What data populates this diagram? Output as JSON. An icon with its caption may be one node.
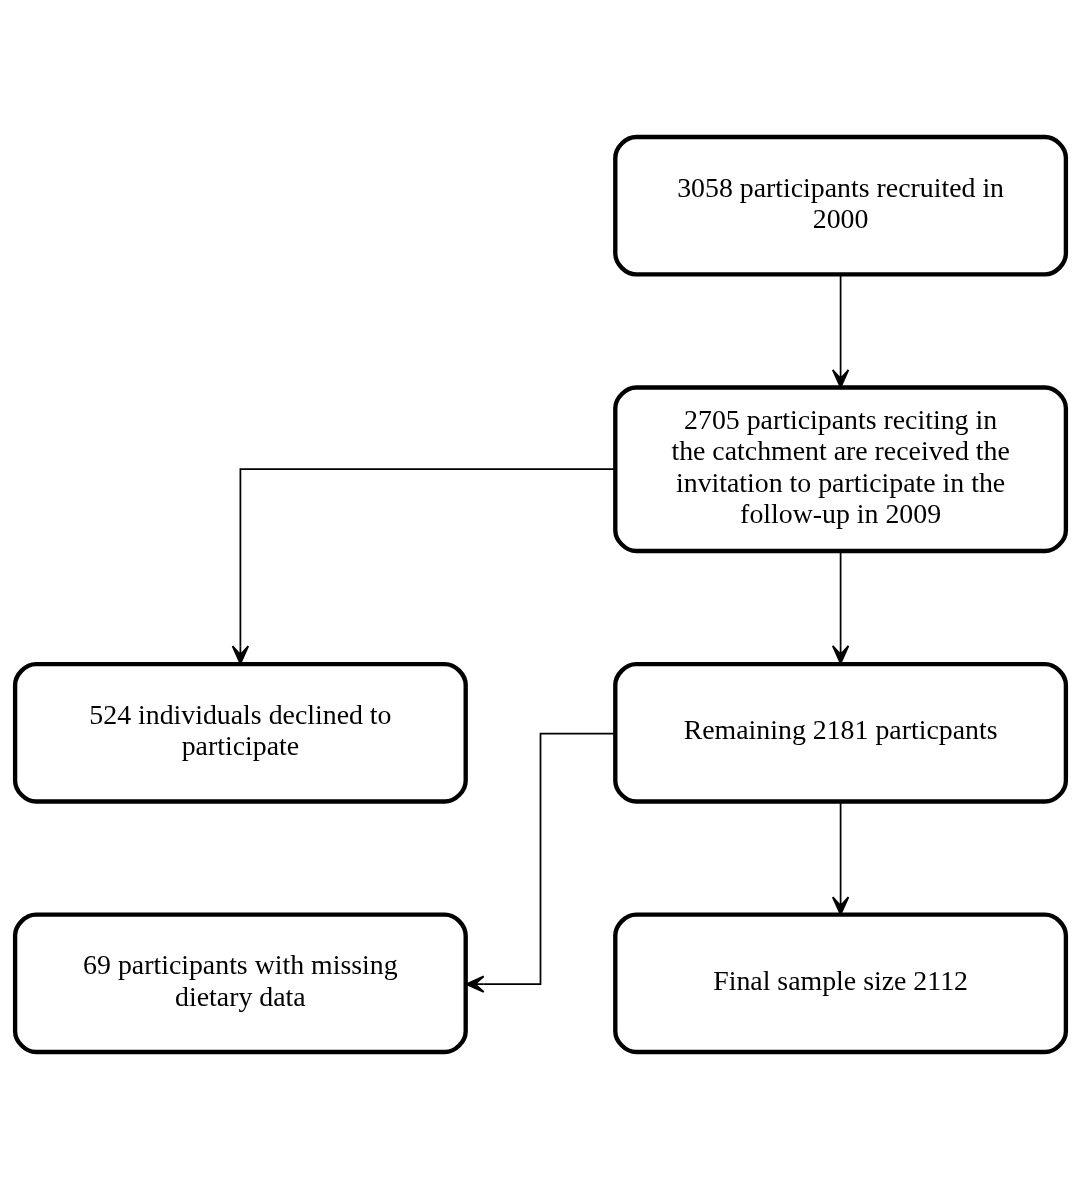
{
  "diagram": {
    "nodes": [
      {
        "text": [
          "3058 participants recruited in 2000"
        ]
      },
      {
        "text": [
          "2705 participants reciting in the catchment are received the invitation to participate in the follow-up in 2009"
        ]
      },
      {
        "text": [
          "524 individuals declined to participate"
        ]
      },
      {
        "text": [
          "Remaining 2181 particpants"
        ]
      },
      {
        "text": [
          "69 participants with missing dietary data"
        ]
      },
      {
        "text": [
          "Final sample size 2112"
        ]
      }
    ],
    "edges": [
      {
        "from": 0,
        "to": 1,
        "arrow": "to"
      },
      {
        "from": 1,
        "to": 3,
        "arrow": "to"
      },
      {
        "from": 1,
        "to": 2,
        "arrow": "to"
      },
      {
        "from": 3,
        "to": 5,
        "arrow": "to"
      },
      {
        "from": 3,
        "to": 4,
        "arrow": "to"
      }
    ]
  }
}
